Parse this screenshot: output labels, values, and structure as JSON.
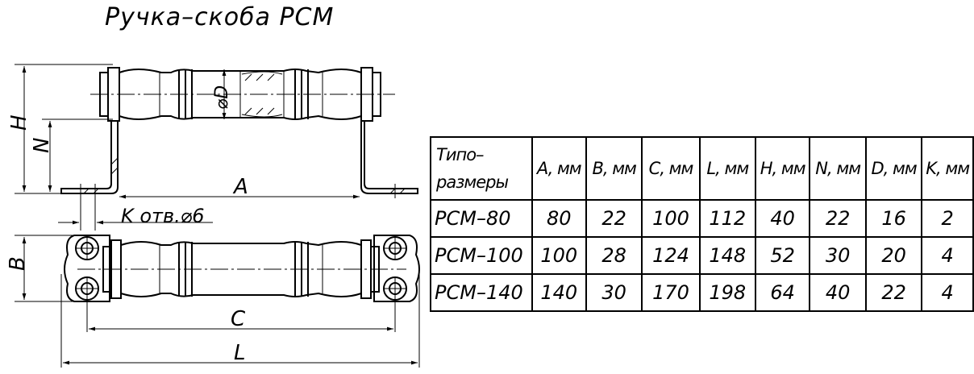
{
  "title": "Ручка–скоба РСМ",
  "labels": {
    "H": "H",
    "N": "N",
    "D": "⌀D",
    "A": "A",
    "K": "K отв.⌀6",
    "B": "B",
    "C": "C",
    "L": "L"
  },
  "table": {
    "header_line1": "Типо–",
    "header_line2": "размеры",
    "columns": [
      "A, мм",
      "B, мм",
      "C, мм",
      "L, мм",
      "H, мм",
      "N, мм",
      "D, мм",
      "K, мм"
    ],
    "rows": [
      {
        "name": "РСМ–80",
        "values": [
          "80",
          "22",
          "100",
          "112",
          "40",
          "22",
          "16",
          "2"
        ]
      },
      {
        "name": "РСМ–100",
        "values": [
          "100",
          "28",
          "124",
          "148",
          "52",
          "30",
          "20",
          "4"
        ]
      },
      {
        "name": "РСМ–140",
        "values": [
          "140",
          "30",
          "170",
          "198",
          "64",
          "40",
          "22",
          "4"
        ]
      }
    ]
  }
}
